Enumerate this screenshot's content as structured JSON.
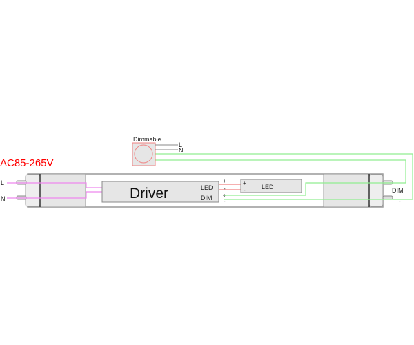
{
  "voltage_label": "AC85-265V",
  "input_pins": {
    "l": "L",
    "n": "N"
  },
  "dimmer": {
    "title": "Dimmable",
    "l": "L",
    "n": "N"
  },
  "driver": {
    "title": "Driver",
    "led_port": "LED",
    "dim_port": "DIM"
  },
  "led_module": {
    "title": "LED",
    "plus": "+",
    "minus": "-"
  },
  "driver_terminals": {
    "led_plus": "+",
    "led_minus": "-",
    "dim_plus": "+",
    "dim_minus": "-"
  },
  "dim_output": {
    "label": "DIM",
    "plus": "+",
    "minus": "-"
  },
  "colors": {
    "mains": "#ee88ee",
    "led": "#f08080",
    "dim": "#90ee90",
    "voltage": "#ff0000"
  }
}
